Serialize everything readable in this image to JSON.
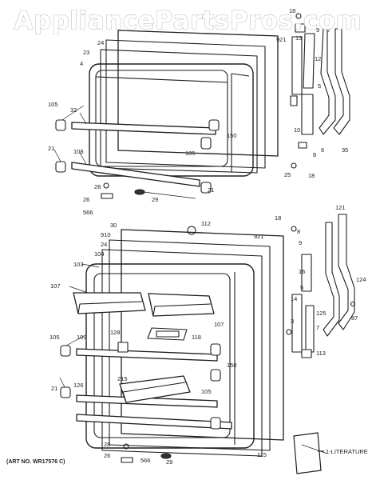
{
  "watermark": "AppliancePartsPros.com",
  "art_no": "(ART NO. WR17576 C)",
  "literature_label": "1-LITERATURE",
  "labels": {
    "upper": [
      "18",
      "9",
      "7",
      "13",
      "921",
      "12",
      "24",
      "23",
      "4",
      "5",
      "105",
      "32",
      "150",
      "10",
      "8",
      "6",
      "35",
      "21",
      "108",
      "105",
      "25",
      "18",
      "28",
      "21",
      "26",
      "29",
      "566"
    ],
    "lower": [
      "30",
      "112",
      "18",
      "121",
      "910",
      "8",
      "24",
      "921",
      "104",
      "9",
      "103",
      "16",
      "107",
      "5",
      "125",
      "124",
      "14",
      "87",
      "3",
      "107",
      "7",
      "105",
      "109",
      "128",
      "118",
      "113",
      "150",
      "215",
      "21",
      "126",
      "105",
      "28",
      "26",
      "566",
      "29",
      "115"
    ]
  }
}
